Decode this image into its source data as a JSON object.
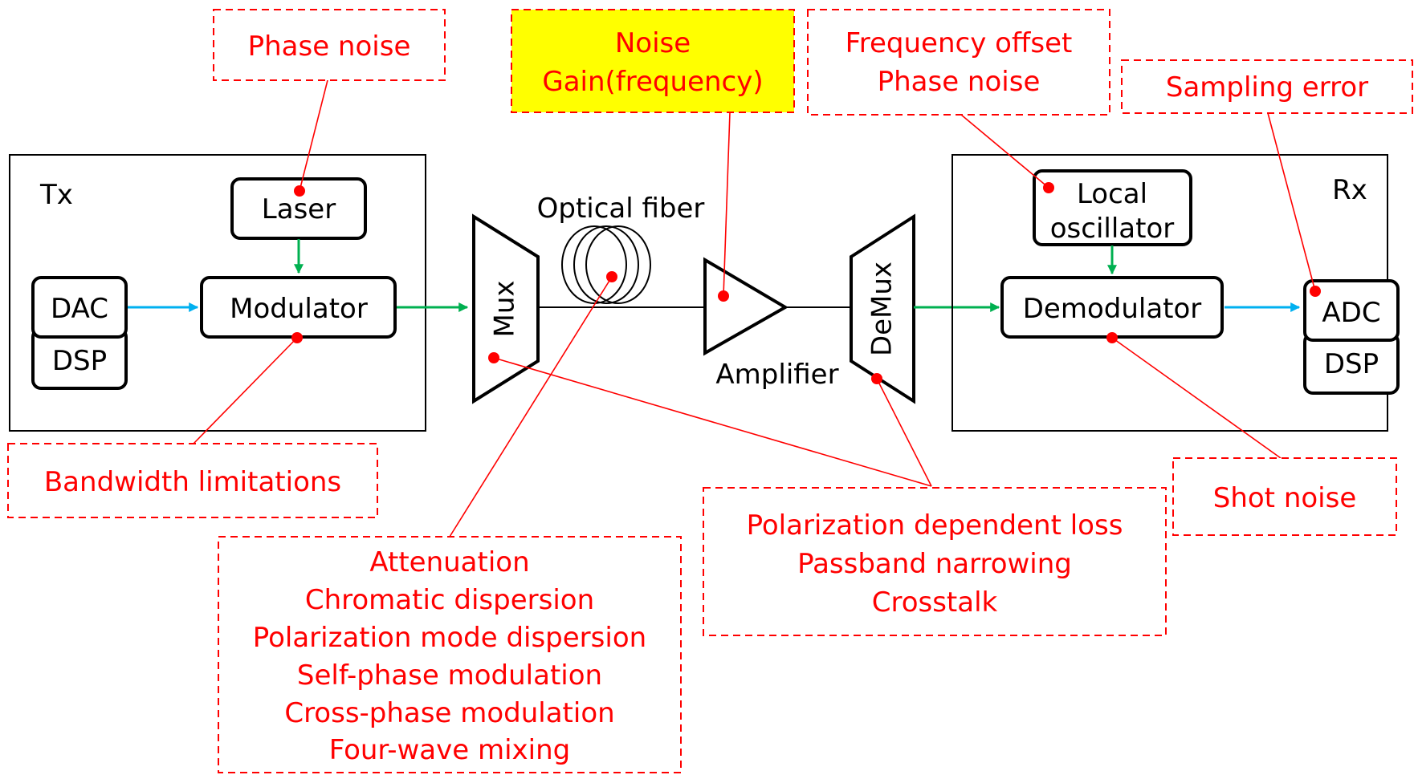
{
  "tx": {
    "title": "Tx",
    "laser": "Laser",
    "modulator": "Modulator",
    "dac": "DAC",
    "dsp": "DSP"
  },
  "link": {
    "mux": "Mux",
    "fiber": "Optical fiber",
    "amplifier": "Amplifier",
    "demux": "DeMux"
  },
  "rx": {
    "title": "Rx",
    "lo_line1": "Local",
    "lo_line2": "oscillator",
    "demodulator": "Demodulator",
    "adc": "ADC",
    "dsp": "DSP"
  },
  "notes": {
    "laser": [
      "Phase noise"
    ],
    "amplifier": [
      "Noise",
      "Gain(frequency)"
    ],
    "local_oscillator": [
      "Frequency offset",
      "Phase noise"
    ],
    "adc": [
      "Sampling error"
    ],
    "modulator": [
      "Bandwidth limitations"
    ],
    "fiber": [
      "Attenuation",
      "Chromatic dispersion",
      "Polarization mode dispersion",
      "Self-phase modulation",
      "Cross-phase modulation",
      "Four-wave mixing"
    ],
    "mux_demux": [
      "Polarization dependent loss",
      "Passband narrowing",
      "Crosstalk"
    ],
    "demodulator": [
      "Shot noise"
    ]
  },
  "colors": {
    "impairment": "#ff0000",
    "electrical_arrow": "#00b0f0",
    "optical_arrow": "#00b050",
    "highlight": "#ffff00"
  }
}
